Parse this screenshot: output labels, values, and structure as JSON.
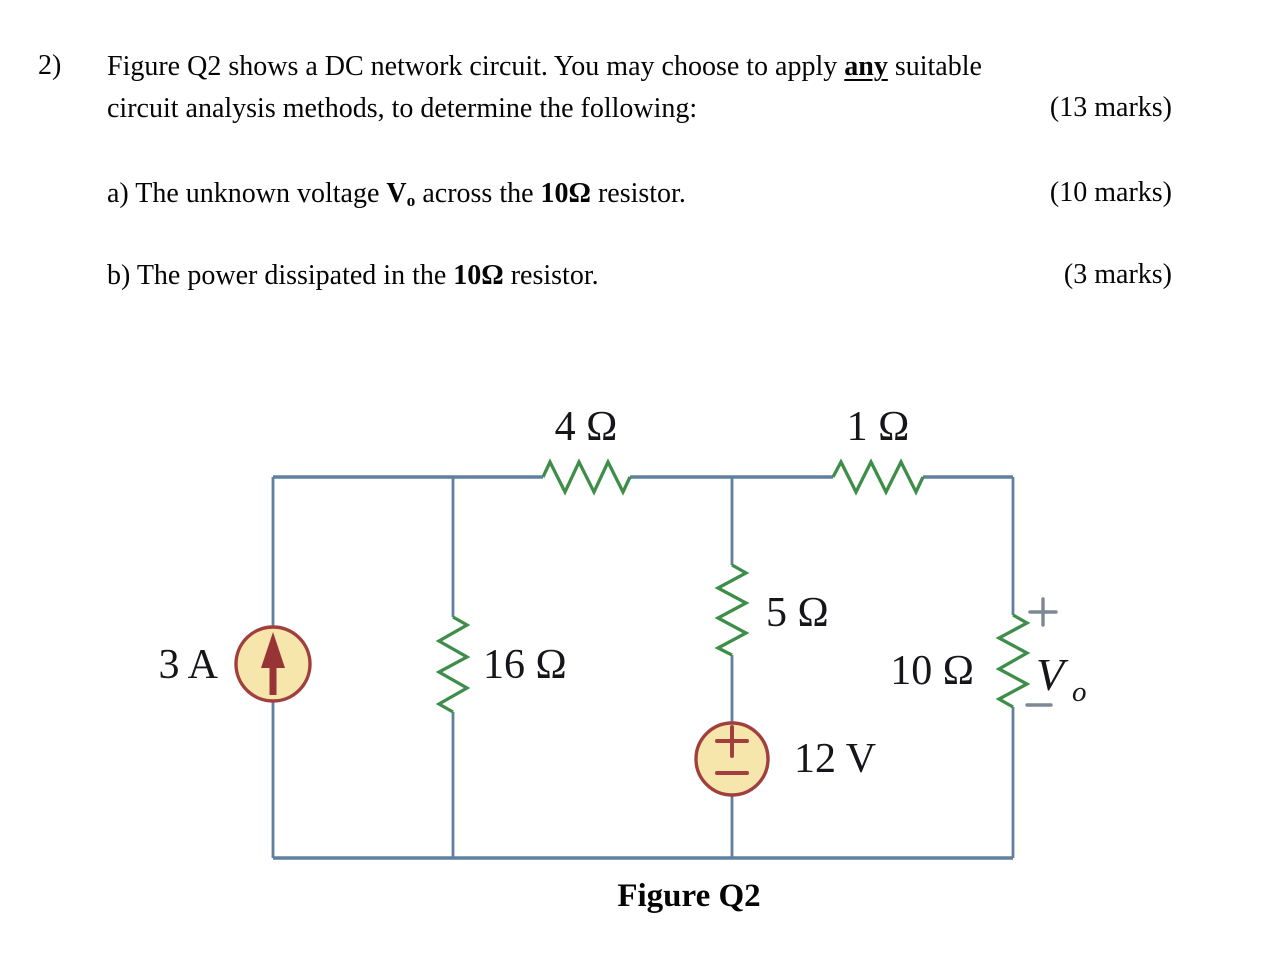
{
  "question": {
    "number": "2)",
    "line1_pre": "Figure Q2 shows a DC network circuit. You may choose to apply ",
    "line1_emphasis": "any",
    "line1_post": " suitable",
    "line2": "circuit analysis methods, to determine the following:",
    "marks": "(13 marks)"
  },
  "part_a": {
    "pre": "a) The unknown voltage ",
    "v_symbol": "V",
    "v_subscript": "o",
    "mid": " across the ",
    "resistor": "10Ω",
    "post": " resistor.",
    "marks": "(10 marks)"
  },
  "part_b": {
    "pre": "b) The power dissipated in the ",
    "resistor": "10Ω",
    "post": " resistor.",
    "marks": "(3 marks)"
  },
  "figure": {
    "caption": "Figure Q2",
    "colors": {
      "wire": "#60809f",
      "resistor_green": "#3e8e49",
      "source_fill": "#f6e6ac",
      "source_stroke": "#a13f3e",
      "arrow_red": "#993436",
      "polarity_gray": "#7d8795",
      "label_text": "#15151a"
    },
    "components": {
      "current_source": {
        "label": "3 A",
        "type": "dc-current-source",
        "direction": "up"
      },
      "r4": {
        "label": "4 Ω"
      },
      "r1": {
        "label": "1 Ω"
      },
      "r16": {
        "label": "16 Ω"
      },
      "r5": {
        "label": "5 Ω"
      },
      "r10": {
        "label": "10 Ω"
      },
      "voltage_source": {
        "label": "12 V",
        "plus": "+",
        "minus": "−"
      },
      "vo": {
        "plus": "+",
        "symbol": "V",
        "subscript": "o",
        "minus": "−"
      }
    }
  }
}
